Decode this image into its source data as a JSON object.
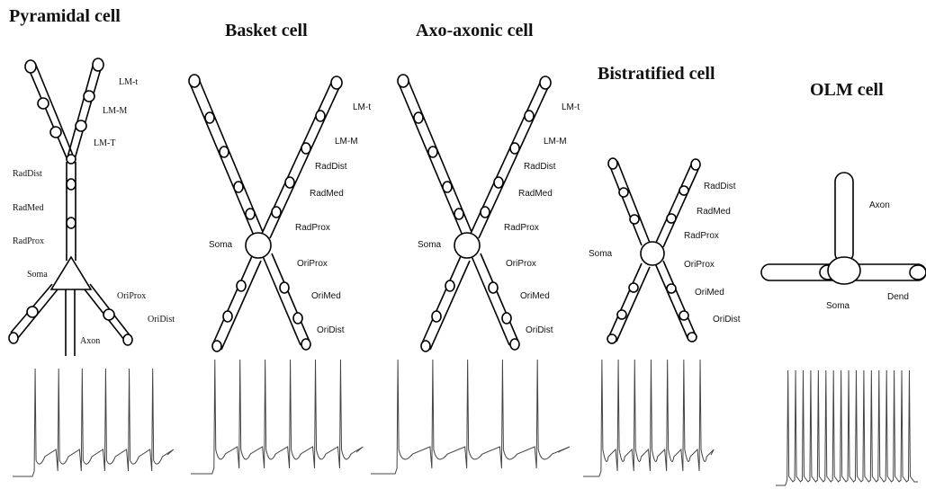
{
  "panels": [
    {
      "id": "pyramidal",
      "title": "Pyramidal cell",
      "labels": [
        "LM-t",
        "LM-M",
        "LM-T",
        "RadDist",
        "RadMed",
        "RadProx",
        "Soma",
        "OriProx",
        "OriDist",
        "Axon"
      ]
    },
    {
      "id": "basket",
      "title": "Basket cell",
      "labels": [
        "LM-t",
        "LM-M",
        "RadDist",
        "RadMed",
        "RadProx",
        "Soma",
        "OriProx",
        "OriMed",
        "OriDist"
      ]
    },
    {
      "id": "axoaxonic",
      "title": "Axo-axonic cell",
      "labels": [
        "LM-t",
        "LM-M",
        "RadDist",
        "RadMed",
        "RadProx",
        "Soma",
        "OriProx",
        "OriMed",
        "OriDist"
      ]
    },
    {
      "id": "bistratified",
      "title": "Bistratified cell",
      "labels": [
        "RadDist",
        "RadMed",
        "RadProx",
        "Soma",
        "OriProx",
        "OriMed",
        "OriDist"
      ]
    },
    {
      "id": "olm",
      "title": "OLM cell",
      "labels": [
        "Axon",
        "Soma",
        "Dend"
      ]
    }
  ],
  "traces": {
    "pyramidal": {
      "spikes": 6
    },
    "basket": {
      "spikes": 6
    },
    "axoaxonic": {
      "spikes": 5
    },
    "bistratified": {
      "spikes": 7
    },
    "olm": {
      "spikes": 17
    }
  }
}
